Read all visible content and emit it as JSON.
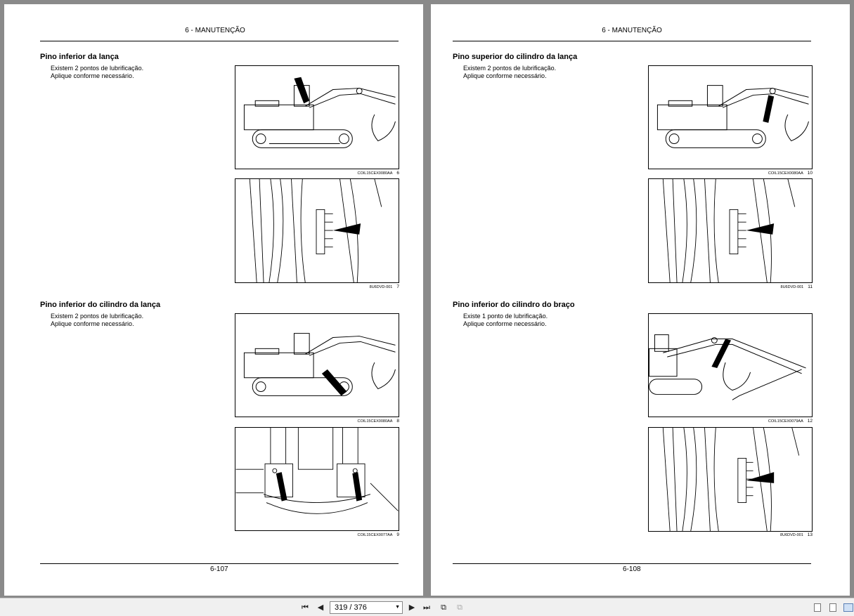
{
  "left_page": {
    "header": "6 - MANUTENÇÃO",
    "footer": "6-107",
    "sections": [
      {
        "title": "Pino inferior da lança",
        "lines": [
          "Existem 2 pontos de lubrificação.",
          "Aplique conforme necessário."
        ]
      },
      {
        "title": "Pino inferior do cilindro da lança",
        "lines": [
          "Existem 2 pontos de lubrificação.",
          "Aplique conforme necessário."
        ]
      }
    ],
    "figures": [
      {
        "code": "COIL15CEX0080AA",
        "num": "6"
      },
      {
        "code": "8U6DVD-001",
        "num": "7"
      },
      {
        "code": "COIL15CEX0080AA",
        "num": "8"
      },
      {
        "code": "COIL15CEX0077AA",
        "num": "9"
      }
    ]
  },
  "right_page": {
    "header": "6 - MANUTENÇÃO",
    "footer": "6-108",
    "sections": [
      {
        "title": "Pino superior do cilindro da lança",
        "lines": [
          "Existem 2 pontos de lubrificação.",
          "Aplique conforme necessário."
        ]
      },
      {
        "title": "Pino inferior do cilindro do braço",
        "lines": [
          "Existe 1 ponto de lubrificação.",
          "Aplique conforme necessário."
        ]
      }
    ],
    "figures": [
      {
        "code": "COIL15CEX0080AA",
        "num": "10"
      },
      {
        "code": "8U6DVD-001",
        "num": "11"
      },
      {
        "code": "COIL15CEX0079AA",
        "num": "12"
      },
      {
        "code": "8U6DVD-001",
        "num": "13"
      }
    ]
  },
  "toolbar": {
    "page_indicator": "319 / 376",
    "icons": {
      "first": "first-page-icon",
      "prev": "previous-page-icon",
      "next": "next-page-icon",
      "last": "last-page-icon"
    }
  }
}
